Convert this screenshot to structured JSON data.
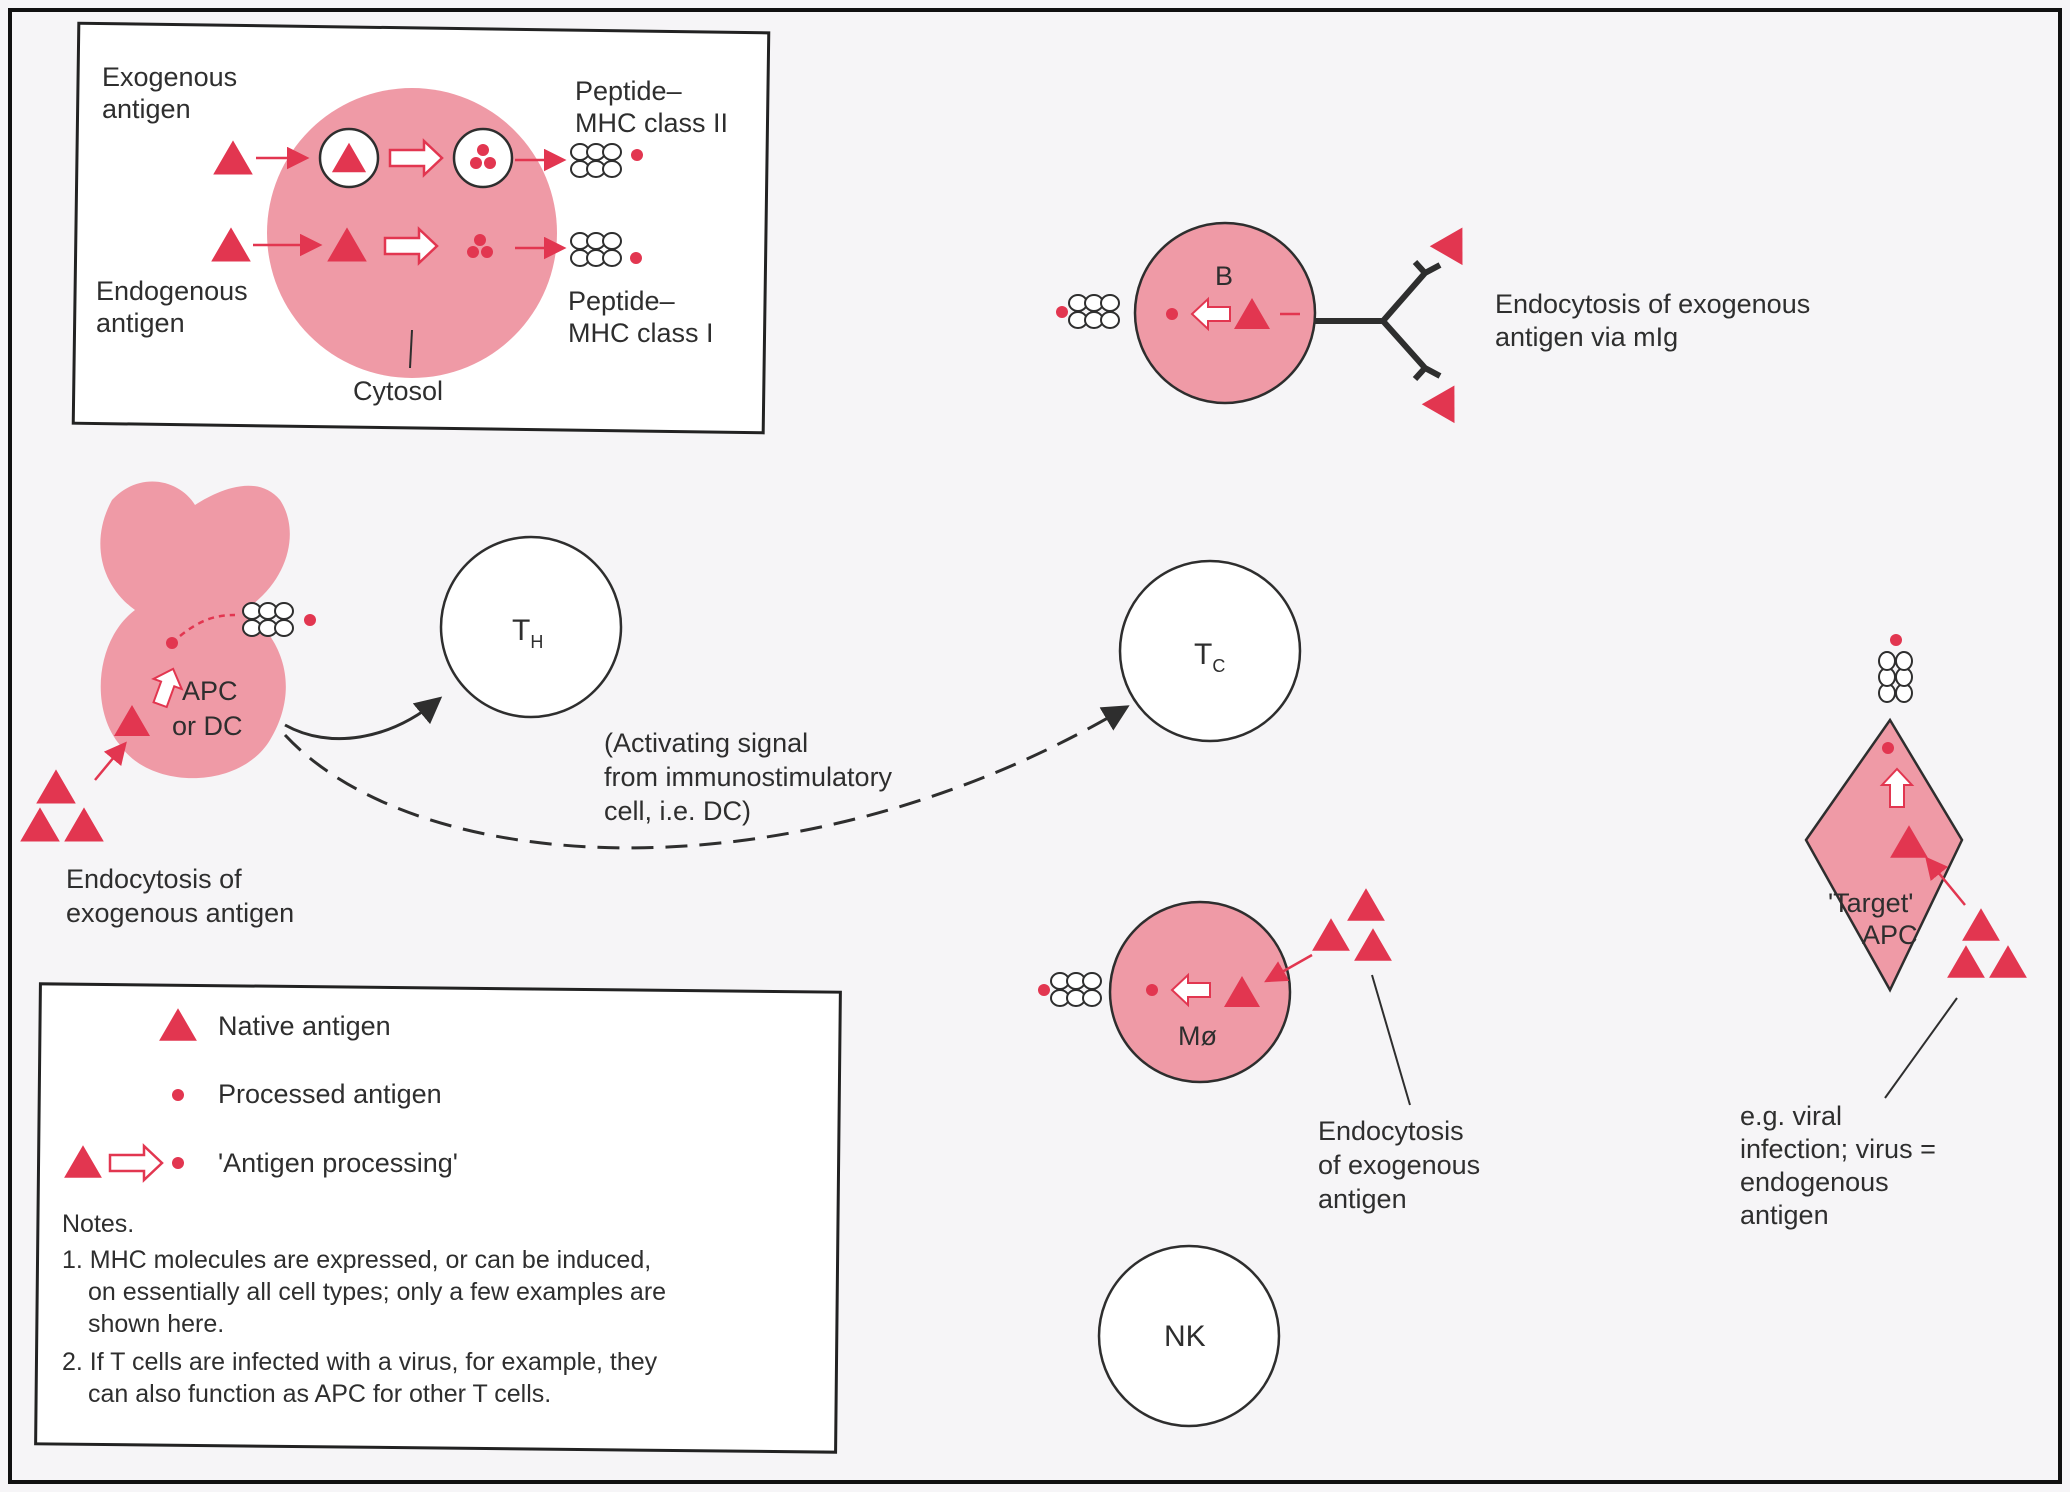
{
  "colors": {
    "cell_fill": "#ef9aa6",
    "antigen": "#e23650",
    "ink": "#2e2e2e",
    "border": "#222222",
    "page": "#f6f5f7"
  },
  "inset": {
    "exogenous_label": [
      "Exogenous",
      "antigen"
    ],
    "endogenous_label": [
      "Endogenous",
      "antigen"
    ],
    "class2_label": [
      "Peptide–",
      "MHC class II"
    ],
    "class1_label": [
      "Peptide–",
      "MHC class I"
    ],
    "cytosol_label": "Cytosol"
  },
  "cells": {
    "b": "B",
    "th_main": "T",
    "th_sub": "H",
    "tc_main": "T",
    "tc_sub": "C",
    "apc": [
      "APC",
      "or DC"
    ],
    "mphi": "Mø",
    "nk": "NK",
    "target": [
      "'Target'",
      "APC"
    ]
  },
  "captions": {
    "b_endocytosis": [
      "Endocytosis of exogenous",
      "antigen via mIg"
    ],
    "apc_endocytosis": [
      "Endocytosis of",
      "exogenous antigen"
    ],
    "activating_signal": [
      "(Activating signal",
      "from immunostimulatory",
      "cell, i.e. DC)"
    ],
    "mphi_endocytosis": [
      "Endocytosis",
      "of exogenous",
      "antigen"
    ],
    "viral": [
      "e.g. viral",
      "infection; virus =",
      "endogenous",
      "antigen"
    ]
  },
  "legend": {
    "native": "Native antigen",
    "processed": "Processed antigen",
    "processing": "'Antigen processing'",
    "notes_title": "Notes.",
    "note1": [
      "1. MHC molecules are expressed, or can be induced,",
      "on essentially all cell types; only a few examples are",
      "shown here."
    ],
    "note2": [
      "2. If T cells are infected with a virus, for example, they",
      "can also function as APC for other T cells."
    ]
  }
}
